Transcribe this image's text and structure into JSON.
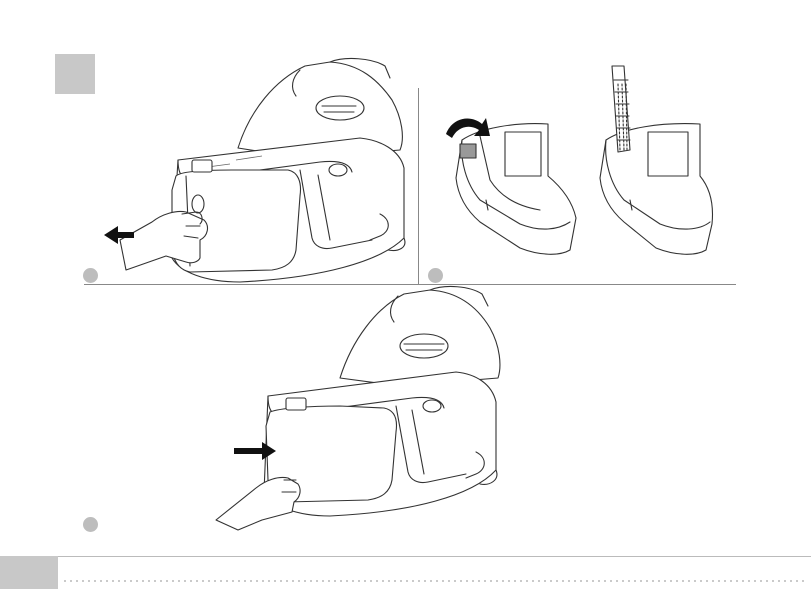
{
  "figure": {
    "steps": [
      {
        "id": "a",
        "arrow": "left",
        "action": "pull-out-tank"
      },
      {
        "id": "b",
        "arrow": "rotate",
        "action": "open-and-fill-tank"
      },
      {
        "id": "c",
        "arrow": "right",
        "action": "push-in-tank"
      }
    ]
  },
  "colors": {
    "marker": "#c8c8c8",
    "line": "#333333",
    "arrow": "#111111"
  },
  "icons": [
    "hand-icon",
    "arrow-left-icon",
    "arrow-right-icon",
    "curved-arrow-icon",
    "water-jug-icon"
  ]
}
